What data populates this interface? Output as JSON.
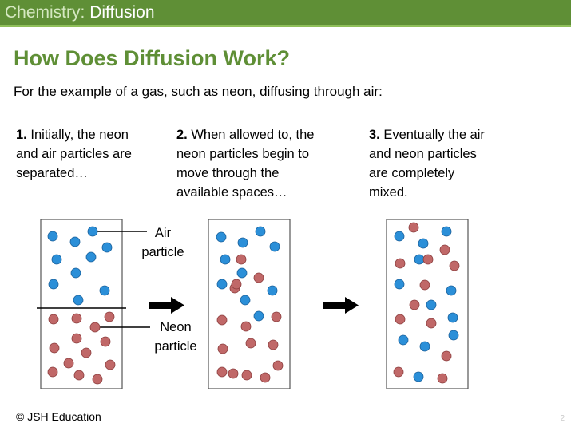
{
  "header": {
    "subject": "Chemistry:",
    "topic": "Diffusion"
  },
  "title": "How Does Diffusion Work?",
  "intro": "For the example of a gas, such as neon, diffusing through air:",
  "steps": [
    {
      "number": "1.",
      "lines": [
        "Initially, the neon",
        "and air particles are",
        "separated…"
      ]
    },
    {
      "number": "2.",
      "lines": [
        "When allowed to, the",
        "neon particles begin to",
        "move through the",
        "available spaces…"
      ]
    },
    {
      "number": "3.",
      "lines": [
        "Eventually the air",
        "and neon particles",
        "are completely",
        "mixed."
      ]
    }
  ],
  "labels": {
    "air_line1": "Air",
    "air_line2": "particle",
    "neon_line1": "Neon",
    "neon_line2": "particle"
  },
  "colors": {
    "air_particle": "#2b8fd8",
    "neon_particle": "#c06868",
    "header_green": "#5f8f36"
  },
  "footer": "© JSH Education",
  "page_number": "2"
}
